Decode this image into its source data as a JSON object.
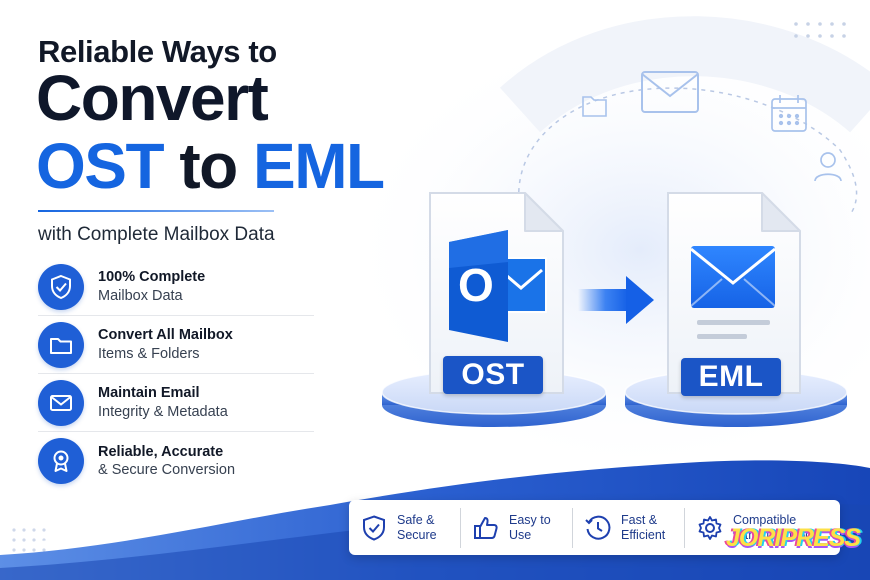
{
  "headline": {
    "line1": "Reliable Ways to",
    "line2": "Convert",
    "line3_highlight_1": "OST",
    "line3_middle": " to ",
    "line3_highlight_2": "EML",
    "subtitle": "with Complete Mailbox Data"
  },
  "features": [
    {
      "icon": "shield-check-icon",
      "title": "100% Complete",
      "sub": "Mailbox Data"
    },
    {
      "icon": "folder-icon",
      "title": "Convert All Mailbox",
      "sub": "Items & Folders"
    },
    {
      "icon": "envelope-icon",
      "title": "Maintain Email",
      "sub": "Integrity & Metadata"
    },
    {
      "icon": "award-badge-icon",
      "title": "Reliable, Accurate",
      "sub": "& Secure Conversion"
    }
  ],
  "illustration": {
    "source_badge": "OST",
    "target_badge": "EML",
    "outlook_letter": "O"
  },
  "benefits": [
    {
      "icon": "shield-check-icon",
      "line1": "Safe &",
      "line2": "Secure"
    },
    {
      "icon": "thumbs-up-icon",
      "line1": "Easy to",
      "line2": "Use"
    },
    {
      "icon": "clock-icon",
      "line1": "Fast &",
      "line2": "Efficient"
    },
    {
      "icon": "gear-icon",
      "line1": "Compatible",
      "line2": "with All Outlook"
    }
  ],
  "watermark": "JORIPRESS",
  "colors": {
    "primary_blue": "#1565e0",
    "badge_blue": "#1b55c6",
    "wave_blue": "#1d4fc4",
    "text_dark": "#111827"
  }
}
